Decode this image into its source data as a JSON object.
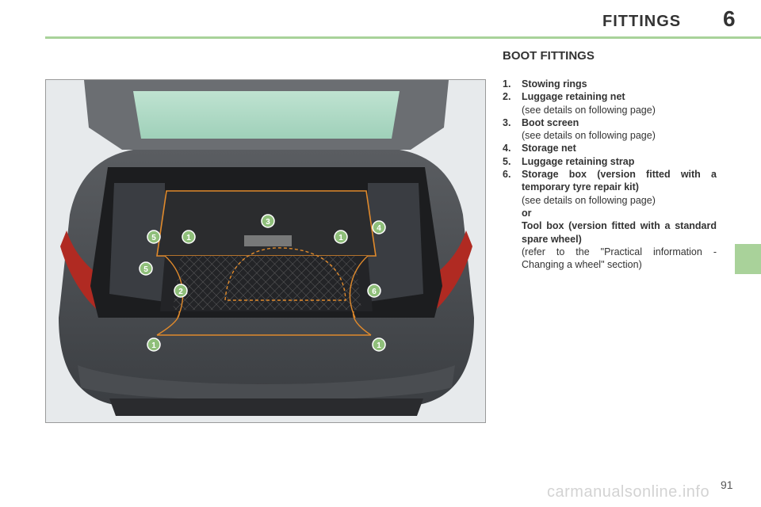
{
  "header": {
    "chapter_title": "FITTINGS",
    "chapter_number": "6"
  },
  "section": {
    "title": "BOOT FITTINGS"
  },
  "items": [
    {
      "number": "1.",
      "label": "Stowing rings"
    },
    {
      "number": "2.",
      "label": "Luggage retaining net",
      "note": "(see details on following page)"
    },
    {
      "number": "3.",
      "label": "Boot screen",
      "note": "(see details on following page)"
    },
    {
      "number": "4.",
      "label": "Storage net"
    },
    {
      "number": "5.",
      "label": "Luggage retaining strap"
    },
    {
      "number": "6.",
      "label": "Storage box (version fitted with a temporary tyre repair kit)",
      "note": "(see details on following page)"
    }
  ],
  "alternative": {
    "connector": "or",
    "label": "Tool box (version fitted with a standard spare wheel)",
    "note": "(refer to the \"Practical information - Changing a wheel\" section)"
  },
  "figure": {
    "callouts": [
      "1",
      "1",
      "1",
      "1",
      "2",
      "3",
      "4",
      "5",
      "5",
      "6"
    ]
  },
  "footer": {
    "page_number": "91",
    "watermark": "carmanualsonline.info"
  },
  "colors": {
    "accent": "#a9d29a",
    "callout_fill": "#8fbf7a",
    "outline_orange": "#e08a2c"
  }
}
